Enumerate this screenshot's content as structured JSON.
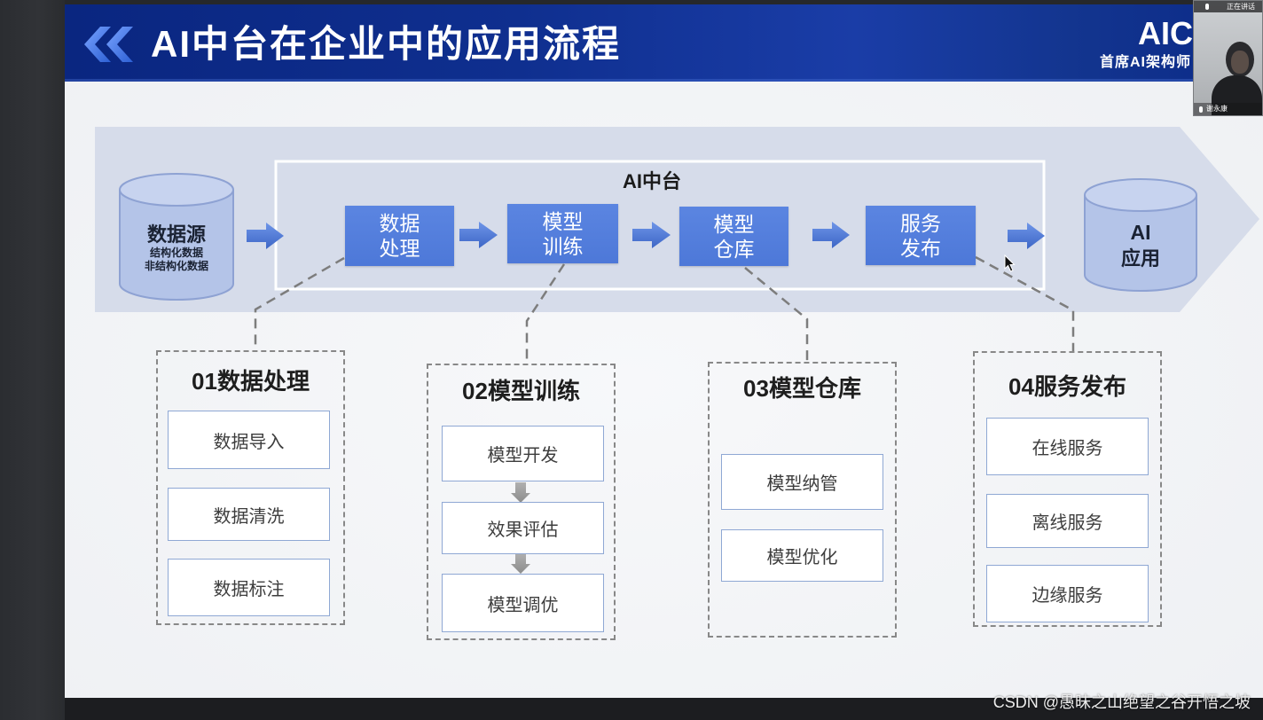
{
  "meeting": {
    "speaking_label": "正在讲话",
    "participant_name": "谢永康"
  },
  "slide": {
    "title": "AI中台在企业中的应用流程",
    "brand": "AIC",
    "brand_sub": "首席AI架构师",
    "platform_label": "AI中台",
    "source": {
      "title": "数据源",
      "line1": "结构化数据",
      "line2": "非结构化数据"
    },
    "target": {
      "line1": "AI",
      "line2": "应用"
    },
    "stages": [
      {
        "line1": "数据",
        "line2": "处理"
      },
      {
        "line1": "模型",
        "line2": "训练"
      },
      {
        "line1": "模型",
        "line2": "仓库"
      },
      {
        "line1": "服务",
        "line2": "发布"
      }
    ],
    "panels": [
      {
        "title": "01数据处理",
        "items": [
          "数据导入",
          "数据清洗",
          "数据标注"
        ]
      },
      {
        "title": "02模型训练",
        "items": [
          "模型开发",
          "效果评估",
          "模型调优"
        ]
      },
      {
        "title": "03模型仓库",
        "items": [
          "模型纳管",
          "模型优化"
        ]
      },
      {
        "title": "04服务发布",
        "items": [
          "在线服务",
          "离线服务",
          "边缘服务"
        ]
      }
    ]
  },
  "watermark": "CSDN @愚昧之山绝望之谷开悟之坡",
  "colors": {
    "header_blue": "#0f2f8f",
    "stage_blue": "#4d78d8",
    "flow_band": "#d6dcea",
    "cylinder_fill": "#b4c4e8",
    "item_border": "#8fa8d4",
    "connector_gray": "#7d7d7d"
  },
  "icons": {
    "header_decoration": "double-chevron-left-icon",
    "flow_arrow": "right-arrow-icon",
    "step_arrow": "down-arrow-icon",
    "microphone": "microphone-icon",
    "cursor": "mouse-cursor-icon"
  }
}
